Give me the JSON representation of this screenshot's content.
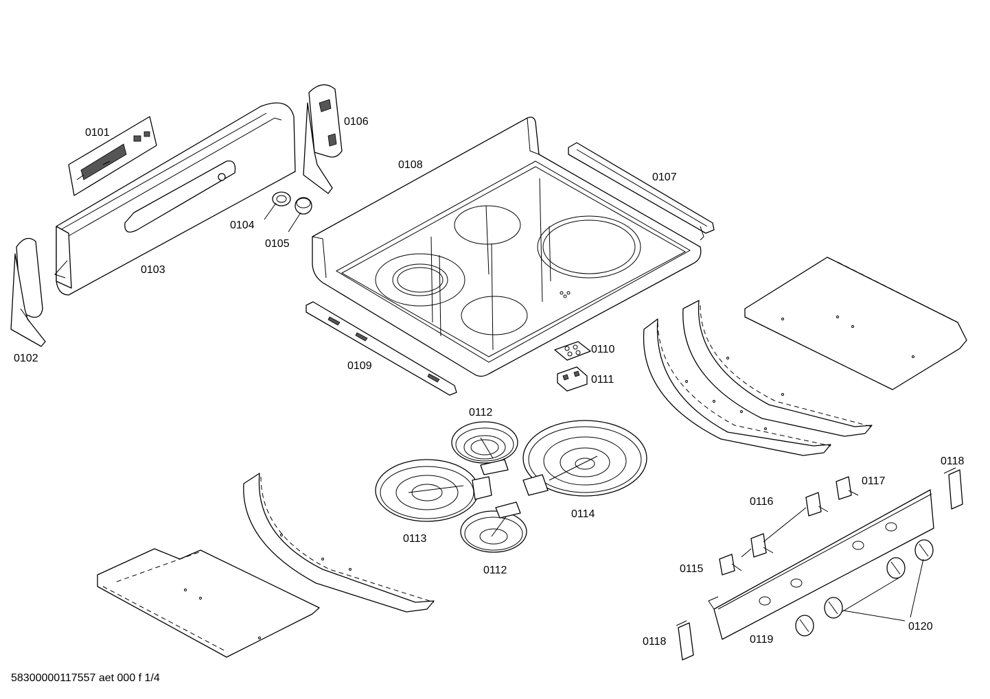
{
  "labels": {
    "l0101": "0101",
    "l0102": "0102",
    "l0103": "0103",
    "l0104": "0104",
    "l0105": "0105",
    "l0106": "0106",
    "l0107": "0107",
    "l0108": "0108",
    "l0109": "0109",
    "l0110": "0110",
    "l0111": "0111",
    "l0112a": "0112",
    "l0112b": "0112",
    "l0113": "0113",
    "l0114": "0114",
    "l0115": "0115",
    "l0116": "0116",
    "l0117": "0117",
    "l0118a": "0118",
    "l0118b": "0118",
    "l0119": "0119",
    "l0120": "0120"
  },
  "footer": "58300000117557 aet 000 f 1/4"
}
